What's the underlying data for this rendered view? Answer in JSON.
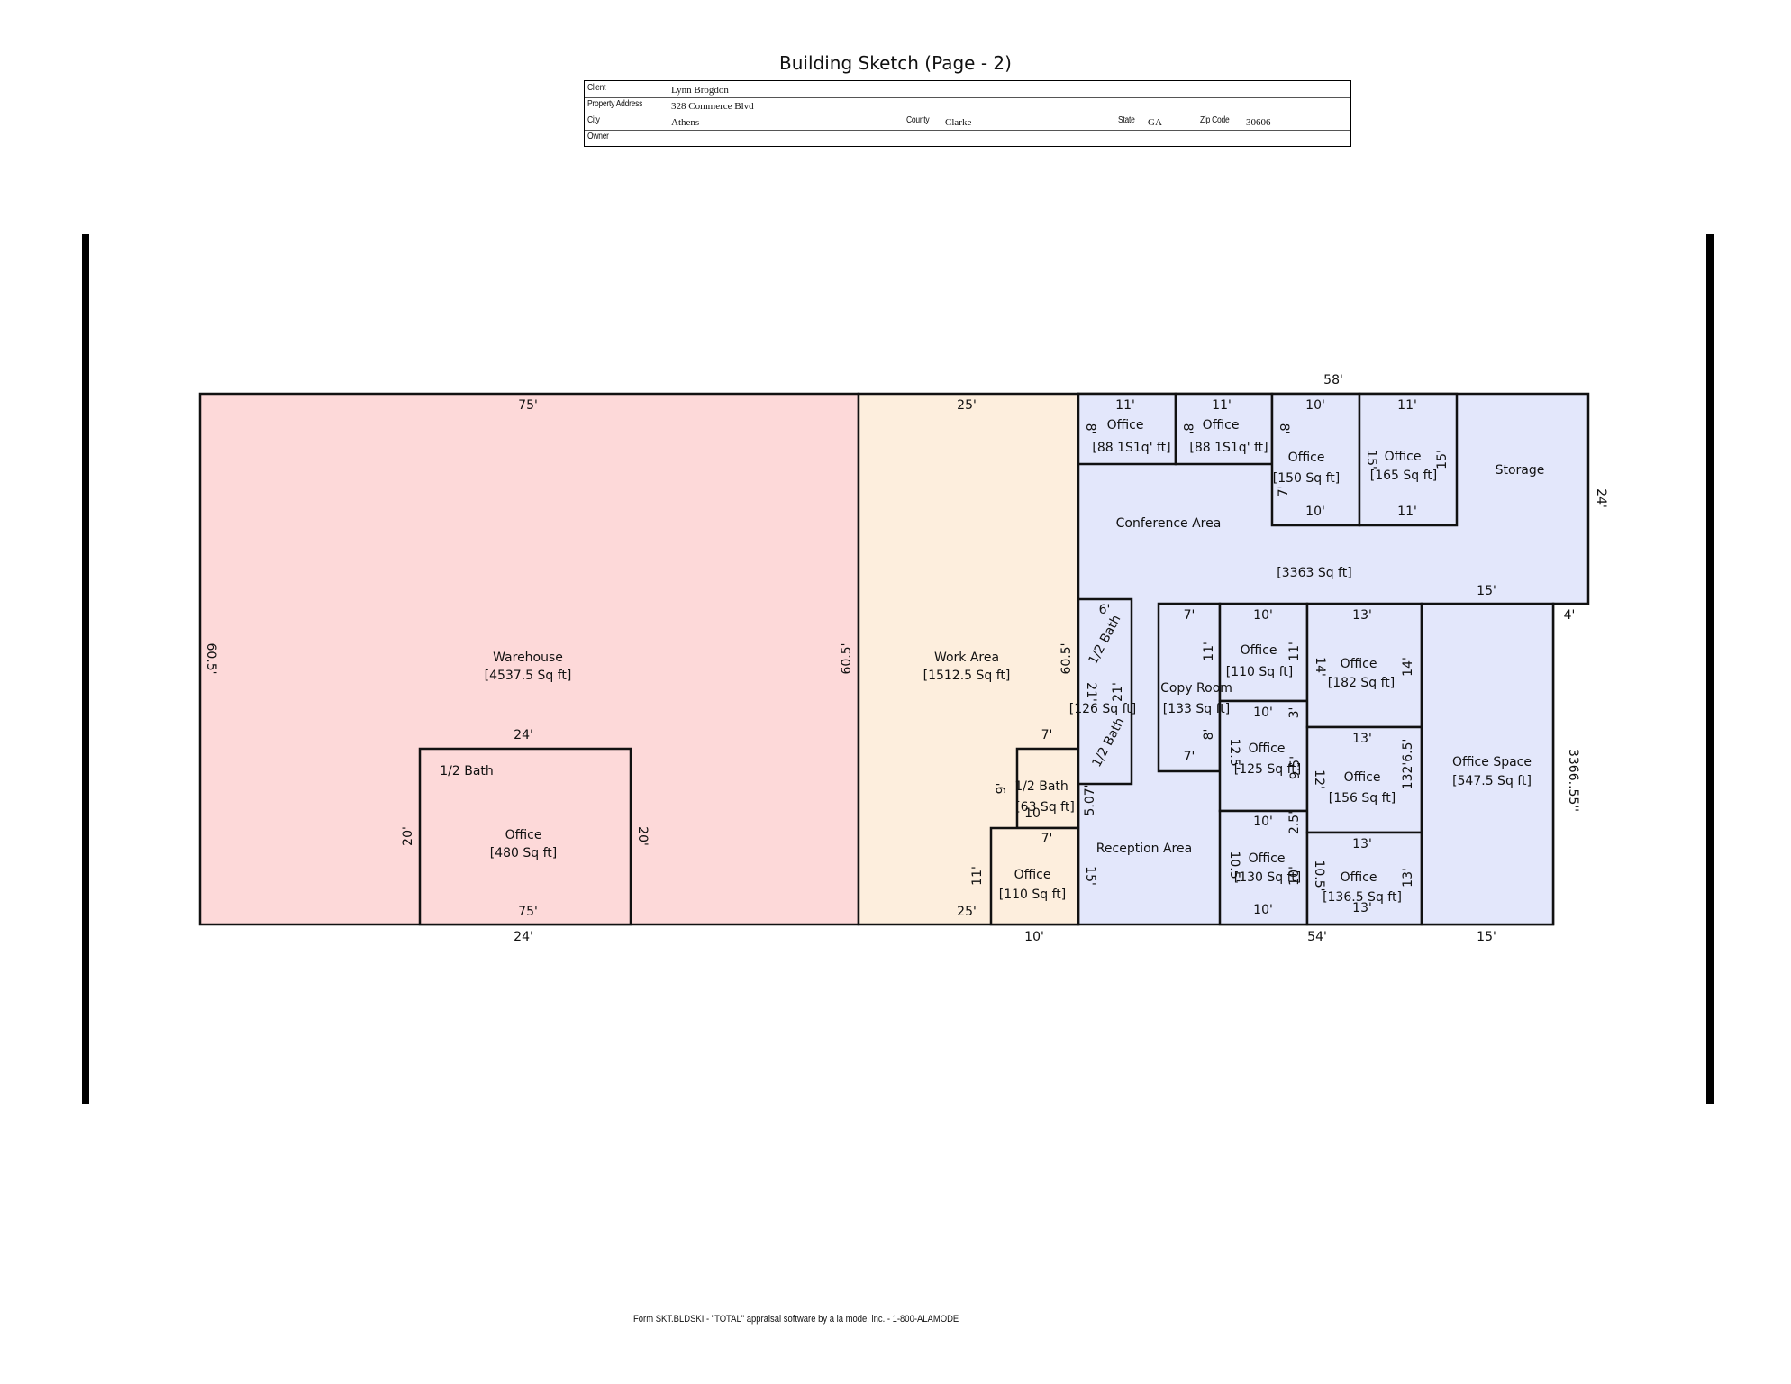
{
  "page_title": "Building Sketch (Page - 2)",
  "header": {
    "client_label": "Client",
    "client": "Lynn Brogdon",
    "address_label": "Property Address",
    "address": "328 Commerce Blvd",
    "city_label": "City",
    "city": "Athens",
    "county_label": "County",
    "county": "Clarke",
    "state_label": "State",
    "state": "GA",
    "zip_label": "Zip Code",
    "zip": "30606",
    "owner_label": "Owner",
    "owner": ""
  },
  "colors": {
    "warehouse": "#fdd9d9",
    "work_area": "#fdeedd",
    "office_zone": "#e3e7fb",
    "outline": "#111111"
  },
  "areas": [
    {
      "id": "warehouse",
      "name": "Warehouse",
      "area": "[4537.5 Sq ft]",
      "zone": "warehouse"
    },
    {
      "id": "warehouse-office",
      "name": "Office",
      "area": "[480 Sq ft]",
      "zone": "warehouse",
      "note": "1/2 Bath"
    },
    {
      "id": "work-area",
      "name": "Work Area",
      "area": "[1512.5 Sq ft]",
      "zone": "work_area"
    },
    {
      "id": "work-bath",
      "name": "1/2 Bath",
      "area": "[63 Sq ft]",
      "zone": "work_area"
    },
    {
      "id": "work-office",
      "name": "Office",
      "area": "[110 Sq ft]",
      "zone": "work_area"
    },
    {
      "id": "office-1",
      "name": "Office",
      "area": "[88 1S1q' ft]",
      "zone": "office_zone"
    },
    {
      "id": "office-2",
      "name": "Office",
      "area": "[88 1S1q' ft]",
      "zone": "office_zone"
    },
    {
      "id": "office-3",
      "name": "Office",
      "area": "[150 Sq ft]",
      "zone": "office_zone"
    },
    {
      "id": "office-4",
      "name": "Office",
      "area": "[165 Sq ft]",
      "zone": "office_zone"
    },
    {
      "id": "storage",
      "name": "Storage",
      "area": "",
      "zone": "office_zone"
    },
    {
      "id": "conference",
      "name": "Conference Area",
      "area": "[3363 Sq ft]",
      "zone": "office_zone"
    },
    {
      "id": "bath-pair",
      "name": "1/2 Bath",
      "area": "[126 Sq ft]",
      "zone": "office_zone",
      "note": "1/2 Bath"
    },
    {
      "id": "copy-room",
      "name": "Copy Room",
      "area": "[133 Sq ft]",
      "zone": "office_zone"
    },
    {
      "id": "office-5",
      "name": "Office",
      "area": "[110 Sq ft]",
      "zone": "office_zone"
    },
    {
      "id": "office-6",
      "name": "Office",
      "area": "[182 Sq ft]",
      "zone": "office_zone"
    },
    {
      "id": "office-7",
      "name": "Office",
      "area": "[125 Sq ft]",
      "zone": "office_zone"
    },
    {
      "id": "office-8",
      "name": "Office",
      "area": "[156 Sq ft]",
      "zone": "office_zone"
    },
    {
      "id": "office-9",
      "name": "Office",
      "area": "[130 Sq ft]",
      "zone": "office_zone"
    },
    {
      "id": "office-10",
      "name": "Office",
      "area": "[136.5 Sq ft]",
      "zone": "office_zone"
    },
    {
      "id": "reception",
      "name": "Reception Area",
      "area": "",
      "zone": "office_zone"
    },
    {
      "id": "office-space",
      "name": "Office Space",
      "area": "[547.5 Sq ft]",
      "zone": "office_zone"
    }
  ],
  "dimensions": [
    "75'",
    "24'",
    "24'",
    "75'",
    "60.5'",
    "60.5'",
    "20'",
    "20'",
    "25'",
    "25'",
    "10'",
    "7'",
    "7'",
    "9'",
    "11'",
    "10",
    "60.5'",
    "58'",
    "11'",
    "11'",
    "10'",
    "11'",
    "8'",
    "8'",
    "8'",
    "15'",
    "15'",
    "7'",
    "10'",
    "11'",
    "24'",
    "15'",
    "6'",
    "21'",
    "21'",
    "4'",
    "7'",
    "7'",
    "11'",
    "8'",
    "10'",
    "10'",
    "11'",
    "3'",
    "12.5'",
    "9.5'",
    "13'",
    "13'",
    "14'",
    "14'",
    "12'",
    "132'6.5'",
    "10'",
    "2.5'",
    "13'",
    "10.5'",
    "10.5'",
    "13'",
    "13'",
    "10'",
    "10'",
    "11'",
    "15'",
    "5.07'",
    "3366..55''",
    "54'",
    "15'",
    "1/2 Bath",
    "6'",
    "15'",
    "6'"
  ],
  "footer": "Form SKT.BLDSKI - \"TOTAL\" appraisal software by a la mode, inc. - 1-800-ALAMODE"
}
